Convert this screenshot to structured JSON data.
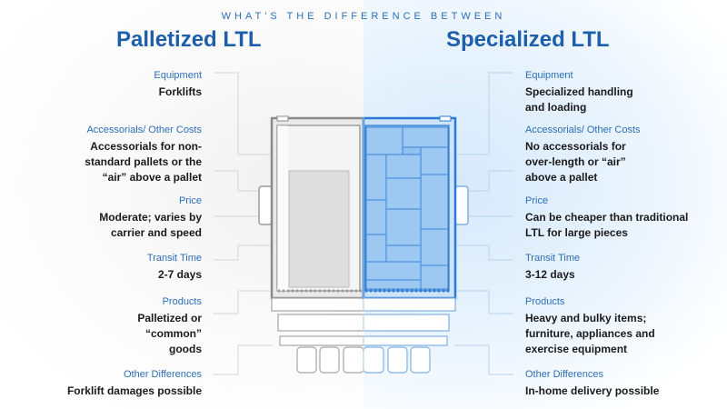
{
  "supertitle": "WHAT'S THE DIFFERENCE BETWEEN",
  "left": {
    "title": "Palletized LTL",
    "items": [
      {
        "label": "Equipment",
        "value": "Forklifts"
      },
      {
        "label": "Accessorials/ Other Costs",
        "value": "Accessorials for non-standard pallets or the “air” above a pallet"
      },
      {
        "label": "Price",
        "value": "Moderate; varies by carrier and speed"
      },
      {
        "label": "Transit Time",
        "value": "2-7 days"
      },
      {
        "label": "Products",
        "value": "Palletized or “common” goods"
      },
      {
        "label": "Other Differences",
        "value": "Forklift damages possible"
      }
    ]
  },
  "right": {
    "title": "Specialized LTL",
    "items": [
      {
        "label": "Equipment",
        "value": "Specialized handling and loading"
      },
      {
        "label": "Accessorials/ Other Costs",
        "value": "No accessorials for over-length or “air” above a pallet"
      },
      {
        "label": "Price",
        "value": "Can be cheaper than traditional LTL for large pieces"
      },
      {
        "label": "Transit Time",
        "value": "3-12 days"
      },
      {
        "label": "Products",
        "value": "Heavy and bulky items; furniture, appliances and exercise equipment"
      },
      {
        "label": "Other Differences",
        "value": "In-home delivery possible"
      }
    ]
  },
  "colors": {
    "accent": "#1d5faa",
    "label": "#2c6fb7",
    "text": "#1b1b1b",
    "truck_gray": "#8a8a8a",
    "truck_blue": "#2b7bd6"
  }
}
